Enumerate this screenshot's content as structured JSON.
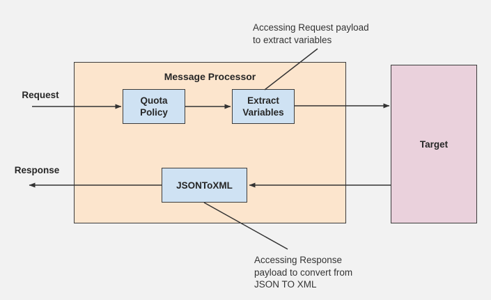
{
  "diagram": {
    "title": "Message Processor",
    "labels": {
      "request": "Request",
      "response": "Response"
    },
    "nodes": {
      "quota_line1": "Quota",
      "quota_line2": "Policy",
      "extract_line1": "Extract",
      "extract_line2": "Variables",
      "jsontoxml": "JSONToXML",
      "target": "Target"
    },
    "annotations": {
      "top": [
        "Accessing Request payload",
        "to extract variables"
      ],
      "bottom": [
        "Accessing Response",
        "payload to convert from",
        "JSON TO XML"
      ]
    },
    "colors": {
      "background": "#F2F2F2",
      "processor_fill": "#FCE5CD",
      "policy_fill": "#CFE2F3",
      "target_fill": "#EAD1DC",
      "border": "#3b3b3b",
      "text": "#262626",
      "line": "#333333"
    }
  }
}
